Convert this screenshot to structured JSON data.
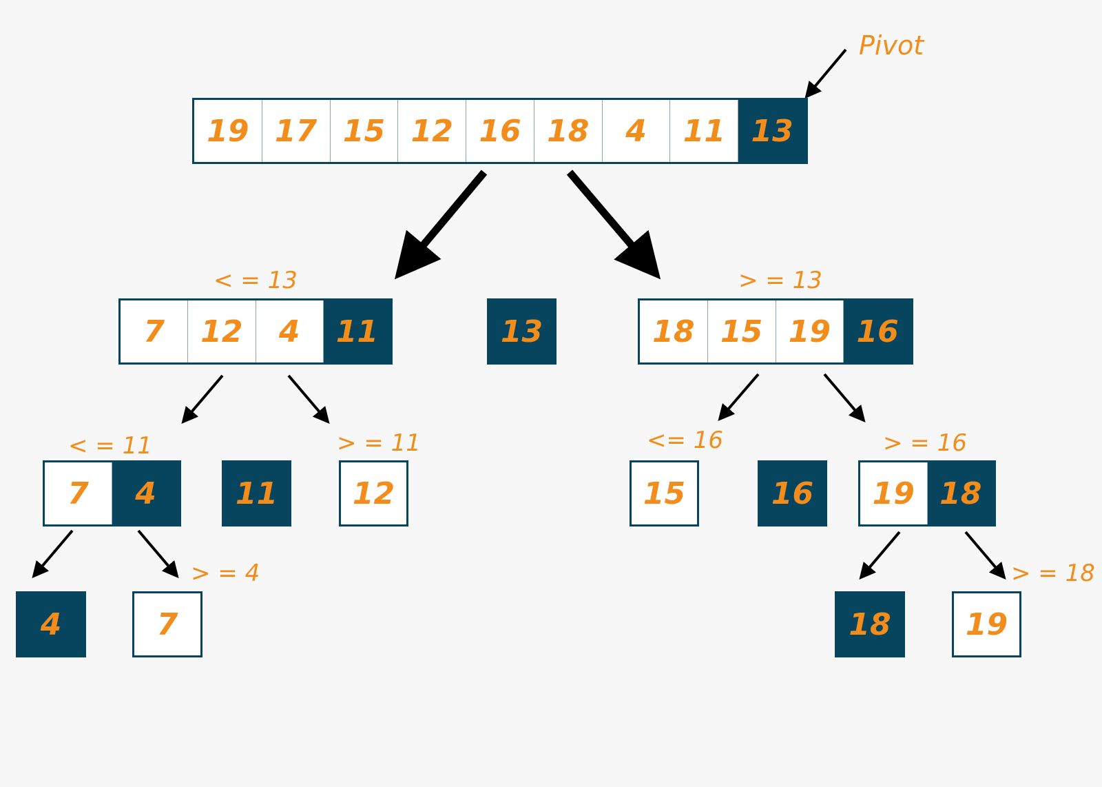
{
  "pivot_label": "Pivot",
  "level0": {
    "values": [
      "19",
      "17",
      "15",
      "12",
      "16",
      "18",
      "4",
      "11",
      "13"
    ]
  },
  "level1": {
    "left_label": "< = 13",
    "left_values": [
      "7",
      "12",
      "4",
      "11"
    ],
    "middle_value": "13",
    "right_label": "> = 13",
    "right_values": [
      "18",
      "15",
      "19",
      "16"
    ]
  },
  "level2": {
    "ll_label": "< = 11",
    "ll_values": [
      "7",
      "4"
    ],
    "lm_value": "11",
    "lr_label": "> = 11",
    "lr_value": "12",
    "rl_label": "<= 16",
    "rl_value": "15",
    "rm_value": "16",
    "rr_label": "> = 16",
    "rr_values": [
      "19",
      "18"
    ]
  },
  "level3": {
    "a_value": "4",
    "b_label": "> = 4",
    "b_value": "7",
    "c_value": "18",
    "d_label": "> = 18",
    "d_value": "19"
  },
  "colors": {
    "pivot_fill": "#07455f",
    "number": "#f28c1a",
    "background": "#f7f7f7"
  }
}
